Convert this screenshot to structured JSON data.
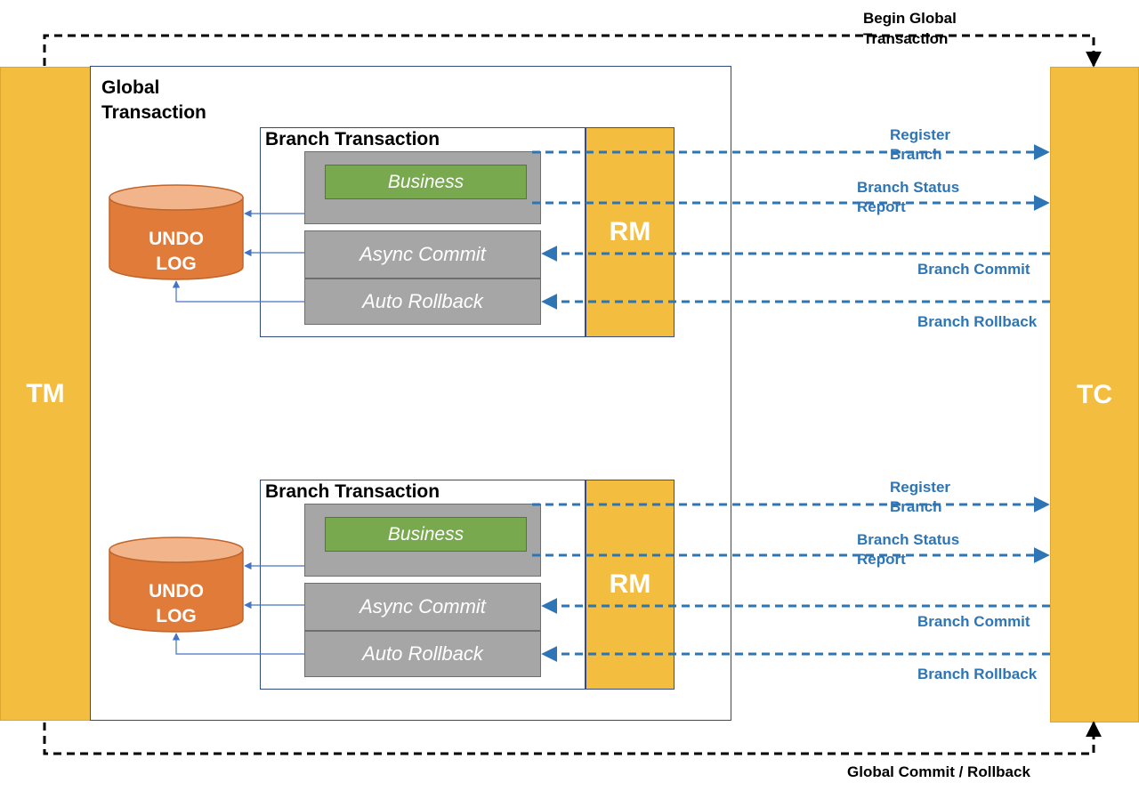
{
  "diagram": {
    "tm_label": "TM",
    "tc_label": "TC",
    "global_transaction_label": "Global\nTransaction",
    "begin_global_label": "Begin Global\nTransaction",
    "global_commit_label": "Global Commit / Rollback",
    "branches": [
      {
        "title": "Branch Transaction",
        "rm_label": "RM",
        "business_label": "Business",
        "async_commit_label": "Async Commit",
        "auto_rollback_label": "Auto Rollback",
        "undo_log_label": "UNDO\nLOG",
        "register_branch_label": "Register\nBranch",
        "status_report_label": "Branch Status\nReport",
        "branch_commit_label": "Branch Commit",
        "branch_rollback_label": "Branch Rollback"
      },
      {
        "title": "Branch Transaction",
        "rm_label": "RM",
        "business_label": "Business",
        "async_commit_label": "Async Commit",
        "auto_rollback_label": "Auto Rollback",
        "undo_log_label": "UNDO\nLOG",
        "register_branch_label": "Register\nBranch",
        "status_report_label": "Branch Status\nReport",
        "branch_commit_label": "Branch Commit",
        "branch_rollback_label": "Branch Rollback"
      }
    ],
    "colors": {
      "column_fill": "#f3be3f",
      "undo_fill": "#e07b39",
      "undo_top": "#f2b48a",
      "module_fill": "#a6a6a6",
      "business_fill": "#78a94e",
      "frame": "#2f4a7d",
      "link_blue": "#2e75b6",
      "arrow_small": "#4472c4",
      "outer_loop": "#000000"
    }
  }
}
